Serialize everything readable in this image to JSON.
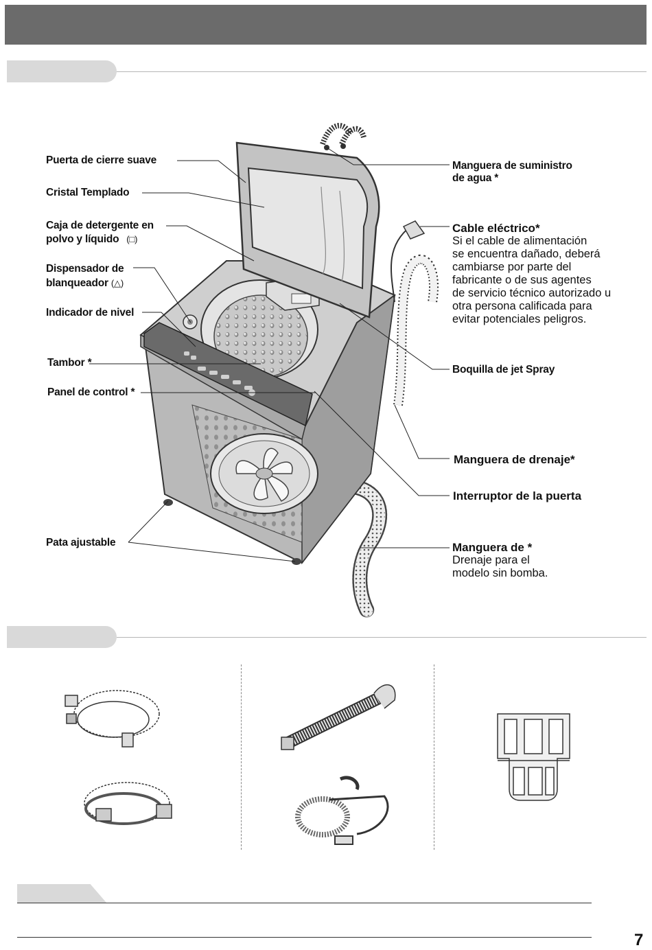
{
  "labels_left": {
    "soft_close_door": "Puerta de cierre suave",
    "tempered_glass": "Cristal Templado",
    "detergent_box_1": "Caja de detergente en",
    "detergent_box_2": "polvo y  líquido",
    "bleach_dispenser_1": "Dispensador de",
    "bleach_dispenser_2": "blanqueador",
    "level_indicator": "Indicador de nivel",
    "drum": "Tambor *",
    "control_panel": "Panel de control *",
    "adjustable_leg": "Pata ajustable"
  },
  "labels_right": {
    "water_hose_1": "Manguera de suministro",
    "water_hose_2": "de agua *",
    "power_cord_title": "Cable eléctrico*",
    "power_cord_lines": [
      "Si el cable de alimentación",
      "se encuentra dañado, deberá",
      "cambiarse por parte del",
      "fabricante o de sus agentes",
      "de servicio técnico autorizado u",
      "otra persona calificada para",
      "evitar potenciales peligros."
    ],
    "jet_spray": "Boquilla de jet Spray",
    "drain_hose": "Manguera de drenaje*",
    "door_switch": "Interruptor de la puerta",
    "drain_hose_nopump_title": "Manguera de *",
    "drain_hose_nopump_lines": [
      "Drenaje para el",
      "modelo sin bomba."
    ]
  },
  "page_number": "7"
}
